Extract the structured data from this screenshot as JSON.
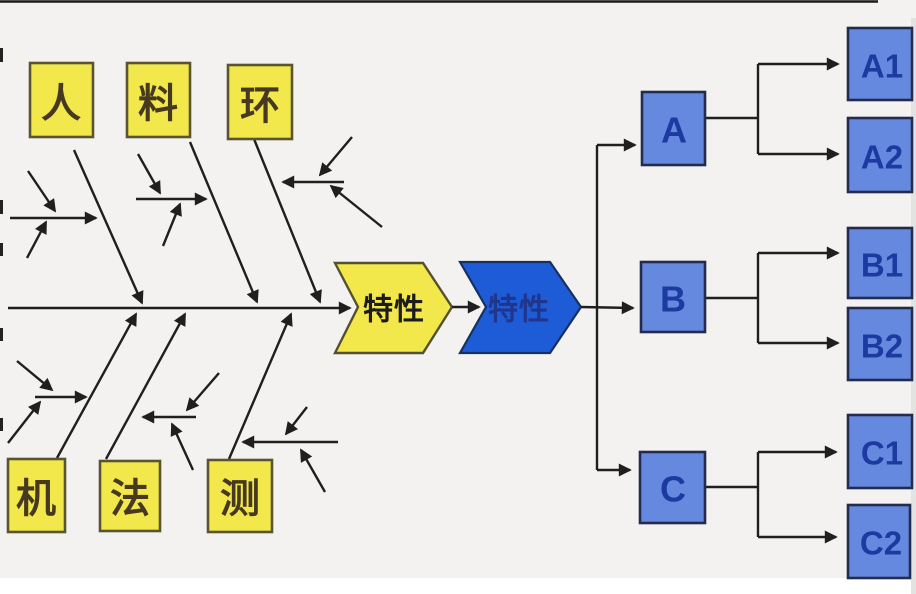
{
  "diagram_type": "fishbone-to-tree cause analysis diagram",
  "fishbone": {
    "top_causes": [
      "人",
      "料",
      "环"
    ],
    "bottom_causes": [
      "机",
      "法",
      "测"
    ]
  },
  "chevrons": {
    "labels": [
      "特性",
      "特性"
    ]
  },
  "tree": {
    "parents": [
      "A",
      "B",
      "C"
    ],
    "children": [
      "A1",
      "A2",
      "B1",
      "B2",
      "C1",
      "C2"
    ]
  },
  "colors": {
    "background": "#f3f2f0",
    "bottom_strip": "#ffffff",
    "line": "#1f1f1f",
    "cause_box_fill": "#f2e74b",
    "cause_box_border": "#5a5530",
    "cause_text": "#46391f",
    "chevron_yellow_fill": "#f2e74b",
    "chevron_yellow_text": "#1c1c1c",
    "chevron_blue_fill": "#1e5cd7",
    "chevron_blue_border": "#16305f",
    "chevron_blue_text": "#20358c",
    "tree_box_fill": "#6689e0",
    "tree_box_border": "#232c4e",
    "tree_text": "#1c3aa0"
  }
}
